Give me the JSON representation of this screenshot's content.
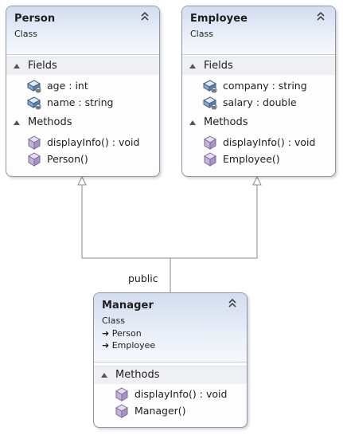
{
  "classes": {
    "person": {
      "name": "Person",
      "type": "Class",
      "fields_label": "Fields",
      "fields": [
        "age : int",
        "name : string"
      ],
      "methods_label": "Methods",
      "methods": [
        "displayInfo() : void",
        "Person()"
      ]
    },
    "employee": {
      "name": "Employee",
      "type": "Class",
      "fields_label": "Fields",
      "fields": [
        "company : string",
        "salary : double"
      ],
      "methods_label": "Methods",
      "methods": [
        "displayInfo() : void",
        "Employee()"
      ]
    },
    "manager": {
      "name": "Manager",
      "type": "Class",
      "inherits": [
        "Person",
        "Employee"
      ],
      "methods_label": "Methods",
      "methods": [
        "displayInfo() : void",
        "Manager()"
      ]
    }
  },
  "connector_label": "public",
  "icons": {
    "collapse": "double-chevron-up-icon",
    "field": "field-icon",
    "method": "method-icon",
    "section": "triangle-collapse-icon",
    "inherit": "inheritance-arrow-icon"
  },
  "colors": {
    "header_top": "#d3ddf0",
    "border": "#8e96a3",
    "method_icon": "#b9a5d6"
  }
}
